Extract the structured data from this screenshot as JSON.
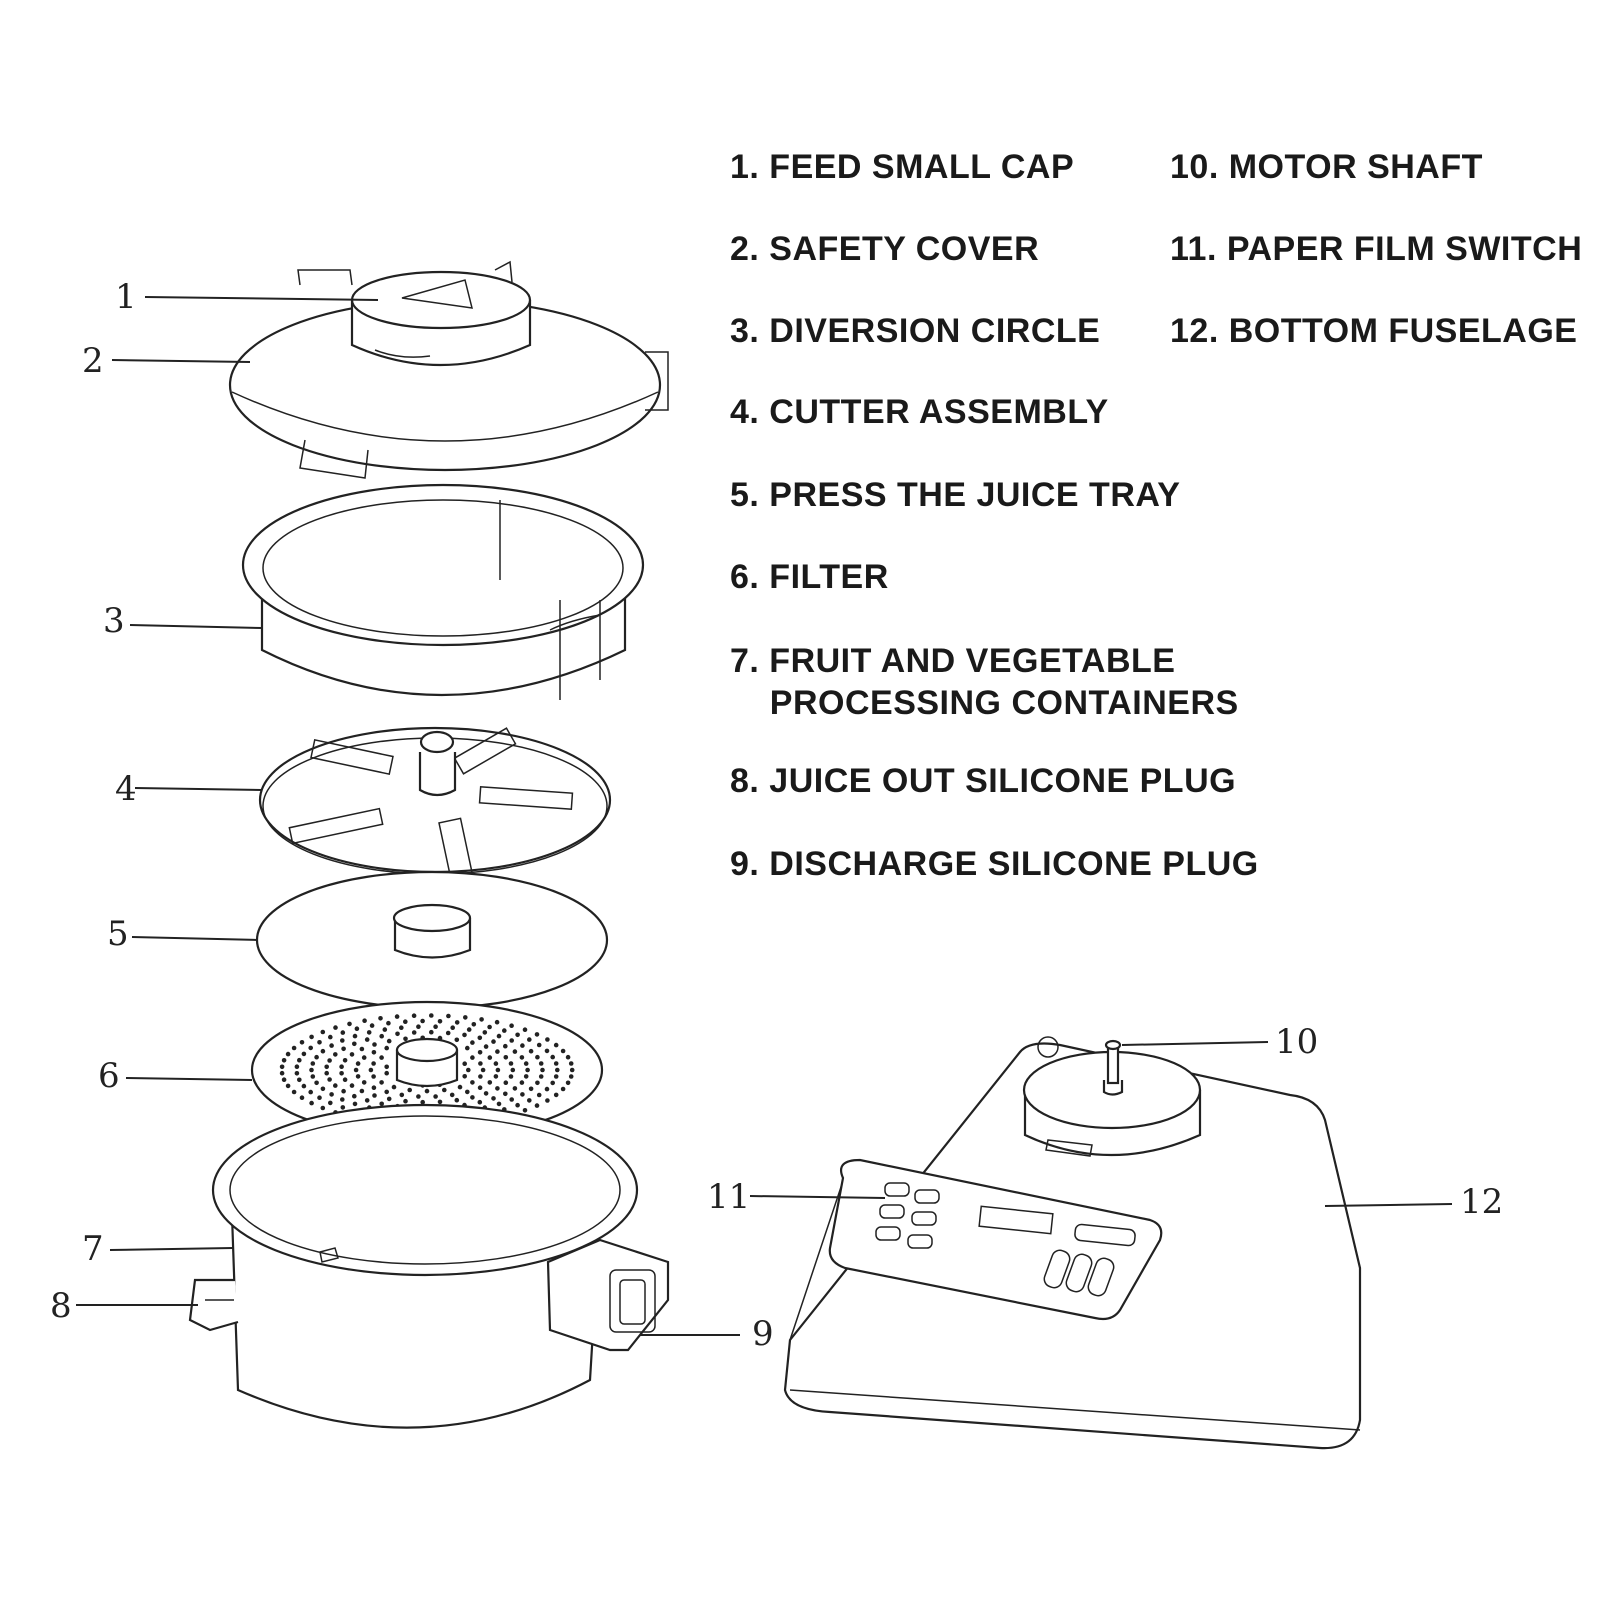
{
  "legend": {
    "items": [
      {
        "num": "1",
        "text": "1. FEED SMALL CAP"
      },
      {
        "num": "2",
        "text": "2. SAFETY COVER"
      },
      {
        "num": "3",
        "text": "3. DIVERSION CIRCLE"
      },
      {
        "num": "4",
        "text": "4. CUTTER ASSEMBLY"
      },
      {
        "num": "5",
        "text": "5. PRESS THE JUICE TRAY"
      },
      {
        "num": "6",
        "text": "6. FILTER"
      },
      {
        "num": "7",
        "text": "7. FRUIT AND VEGETABLE\n    PROCESSING CONTAINERS"
      },
      {
        "num": "8",
        "text": "8. JUICE OUT SILICONE PLUG"
      },
      {
        "num": "9",
        "text": "9. DISCHARGE SILICONE PLUG"
      },
      {
        "num": "10",
        "text": "10. MOTOR SHAFT"
      },
      {
        "num": "11",
        "text": "11. PAPER FILM SWITCH"
      },
      {
        "num": "12",
        "text": "12. BOTTOM FUSELAGE"
      }
    ]
  },
  "callouts": [
    "1",
    "2",
    "3",
    "4",
    "5",
    "6",
    "7",
    "8",
    "9",
    "10",
    "11",
    "12"
  ]
}
